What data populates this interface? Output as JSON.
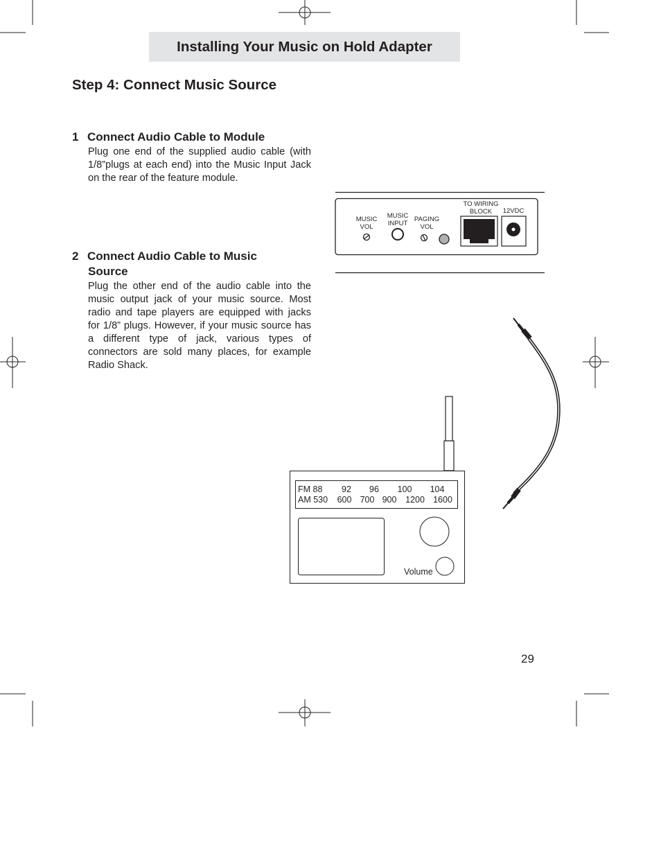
{
  "header": {
    "title": "Installing Your Music on Hold Adapter"
  },
  "step": {
    "title": "Step 4: Connect Music Source"
  },
  "sections": [
    {
      "number": "1",
      "title": "Connect Audio Cable to Module",
      "title_cont": "",
      "body": "Plug one end of the supplied audio cable (with 1/8”plugs at each end) into the Music Input Jack on the rear of the feature module."
    },
    {
      "number": "2",
      "title": "Connect Audio Cable to Music",
      "title_cont": "Source",
      "body": "Plug the other end of the audio cable into the music output jack of your music source.  Most radio and tape players are equipped with jacks for 1/8” plugs.  However, if your music source has a different type of jack, various types of connectors are sold many places, for example Radio Shack."
    }
  ],
  "module_panel": {
    "music_vol": [
      "MUSIC",
      "VOL"
    ],
    "music_input": [
      "MUSIC",
      "INPUT"
    ],
    "paging_vol": [
      "PAGING",
      "VOL"
    ],
    "wiring_block": [
      "TO WIRING",
      "BLOCK"
    ],
    "power": "12VDC"
  },
  "radio": {
    "fm_label": "FM 88",
    "fm_values": [
      "92",
      "96",
      "100",
      "104"
    ],
    "am_label": "AM 530",
    "am_values": [
      "600",
      "700",
      "900",
      "1200",
      "1600"
    ],
    "volume_label": "Volume"
  },
  "page_number": "29"
}
